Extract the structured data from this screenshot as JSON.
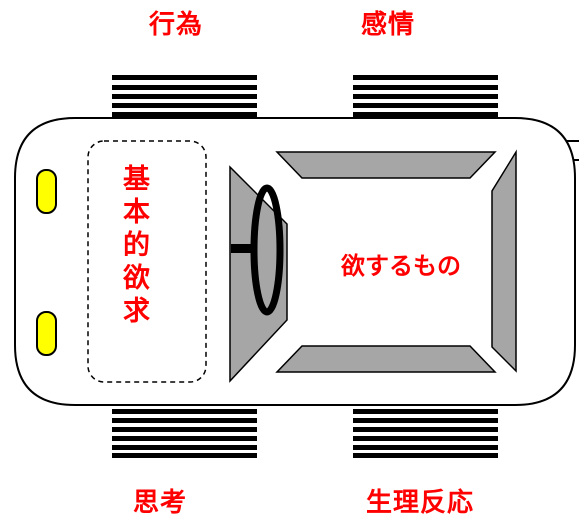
{
  "labels": {
    "front_left_wheel": "行為",
    "front_right_wheel": "感情",
    "rear_left_wheel": "思考",
    "rear_right_wheel": "生理反応",
    "engine": "基本的欲求",
    "cabin": "欲するもの"
  },
  "colors": {
    "label_text": "#ff0000",
    "headlight": "#ffff00",
    "glass": "#a6a6a6",
    "outline": "#000000",
    "body": "#ffffff"
  }
}
